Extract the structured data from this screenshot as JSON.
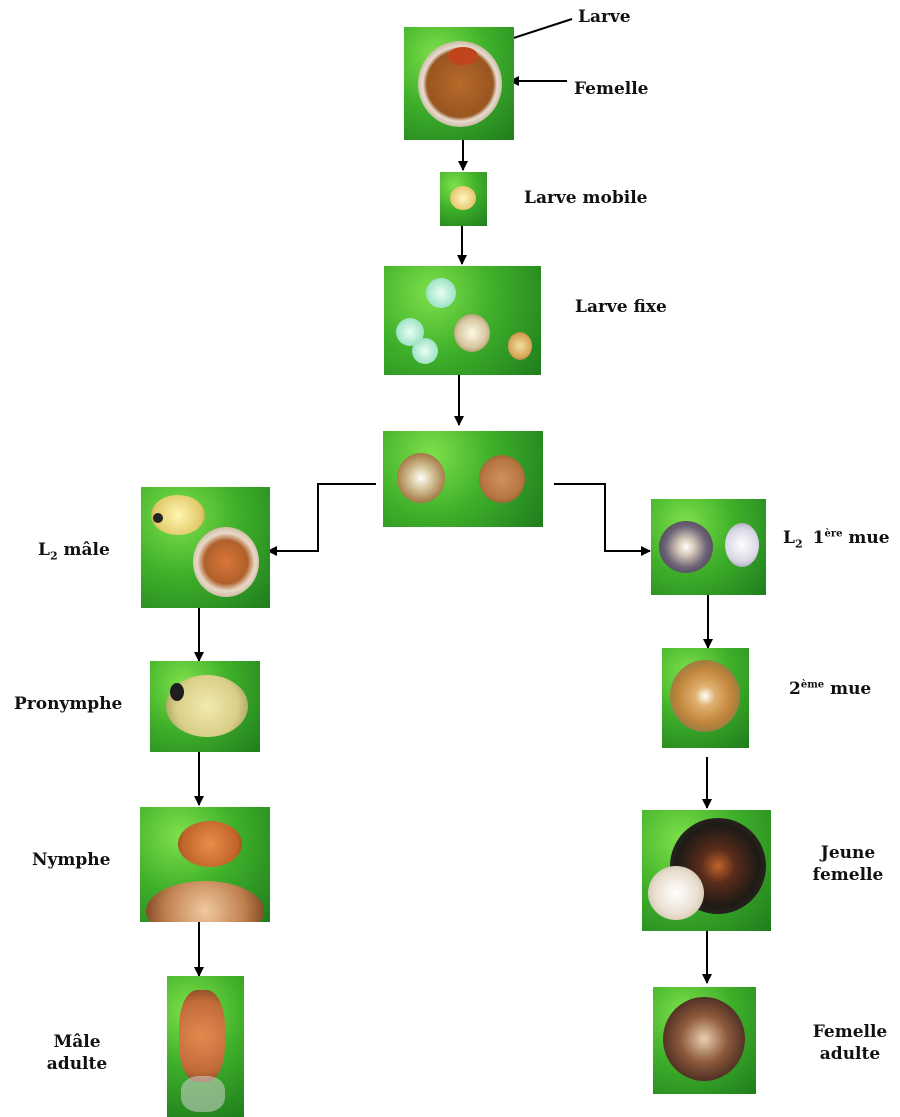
{
  "labels": {
    "larve": "Larve",
    "femelle": "Femelle",
    "larve_mobile": "Larve mobile",
    "larve_fixe": "Larve fixe",
    "l2_male_main": "L",
    "l2_male_sub": "2",
    "l2_male_rest": " mâle",
    "l2_mue_main": "L",
    "l2_mue_sub": "2",
    "l2_mue_num": "1",
    "l2_mue_sup": "ère",
    "l2_mue_rest": " mue",
    "mue2_num": "2",
    "mue2_sup": "ème",
    "mue2_rest": " mue",
    "pronymphe": "Pronymphe",
    "nymphe": "Nymphe",
    "male_adulte_1": "Mâle",
    "male_adulte_2": "adulte",
    "jeune_femelle_1": "Jeune",
    "jeune_femelle_2": "femelle",
    "femelle_adulte_1": "Femelle",
    "femelle_adulte_2": "adulte"
  },
  "colors": {
    "leaf_light": "#7ee04a",
    "leaf_mid": "#3fb02a",
    "leaf_dark": "#1f7d1d",
    "arrow": "#000000"
  }
}
